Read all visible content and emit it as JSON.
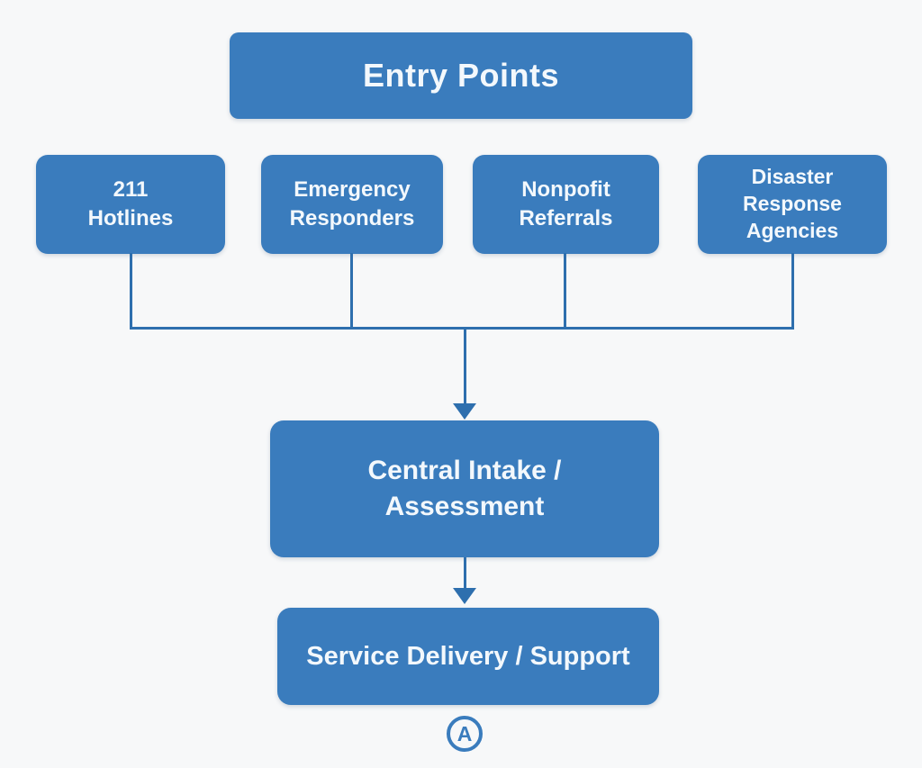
{
  "diagram": {
    "title_box": {
      "label": "Entry Points"
    },
    "entry_nodes": [
      {
        "label": "211\nHotlines"
      },
      {
        "label": "Emergency\nResponders"
      },
      {
        "label": "Nonpofit\nReferrals"
      },
      {
        "label": "Disaster\nResponse\nAgencies"
      }
    ],
    "process_nodes": [
      {
        "label": "Central Intake /\nAssessment"
      },
      {
        "label": "Service Delivery / Support"
      }
    ],
    "footnote_marker": "A",
    "colors": {
      "node_fill": "#3a7cbd",
      "connector": "#2e6fae",
      "node_text": "#f3f8fc",
      "background": "#f7f8f9"
    }
  }
}
